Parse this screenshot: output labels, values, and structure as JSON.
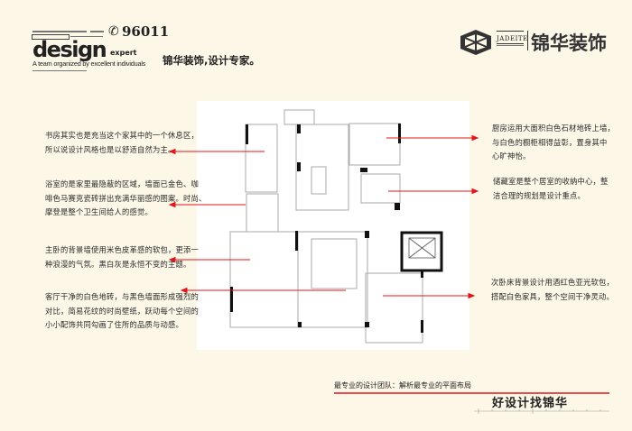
{
  "header_left": {
    "phone_icon": "phone-icon",
    "phone": "96011",
    "brand_word": "design",
    "brand_sub": "expert",
    "tagline_en": "A team organized by excellent individuals",
    "slogan_cn": "锦华装饰,设计专家。"
  },
  "header_right": {
    "logo_icon": "hexagon-cube-logo-icon",
    "logo_en": "JADEITE",
    "logo_cn": "锦华装饰"
  },
  "notes_left": [
    {
      "lines": [
        "书房其实也是充当这个家其中的一个休息区，",
        "所以说设计风格也是以舒适自然为主。"
      ]
    },
    {
      "lines": [
        "浴室的是家里最隐蔽的区域，墙面已金色、咖",
        "啡色马赛克瓷砖拼出充满华丽感的图案。时尚、",
        "摩登是整个卫生间给人的感觉。"
      ]
    },
    {
      "lines": [
        "主卧的背景墙使用米色皮革感的软包，更添一",
        "种浪漫的气氛。黑白灰是永恒不变的主题。"
      ]
    },
    {
      "lines": [
        "客厅干净的白色地砖，与黑色墙面形成强烈的",
        "对比，简易花纹的时尚壁纸，跃动每个空间的",
        "小小配饰共同勾画了住所的品质与动感。"
      ]
    }
  ],
  "notes_right": [
    {
      "lines": [
        "厨房运用大面积白色石材地砖上墙，",
        "与白色的橱柜相得益彰，置身其中",
        "心旷神怡。"
      ]
    },
    {
      "lines": [
        "储藏室是整个居室的收纳中心，整",
        "洁合理的规划是设计重点。"
      ]
    },
    {
      "lines": [
        "次卧床背景设计用酒红色亚光软包，",
        "搭配白色家具，整个空间干净灵动。"
      ]
    }
  ],
  "footer": {
    "caption": "最专业的设计团队：解析最专业的平面布局",
    "slogan": "好设计找锦华"
  },
  "colors": {
    "accent": "#e3141b",
    "background": "#fdf7e8",
    "wall": "#111111"
  }
}
